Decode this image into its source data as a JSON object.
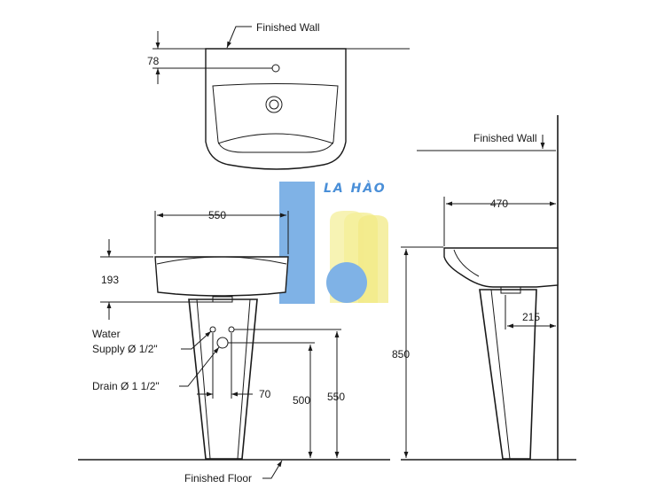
{
  "labels": {
    "finished_wall_top": "Finished Wall",
    "finished_wall_side": "Finished Wall",
    "finished_floor": "Finished Floor",
    "water_supply_line1": "Water",
    "water_supply_line2": "Supply Ø 1/2\"",
    "drain": "Drain Ø 1 1/2\""
  },
  "dimensions": {
    "top_offset": "78",
    "front_width": "550",
    "front_depth": "193",
    "pipe_spacing": "70",
    "drain_height": "500",
    "supply_height": "550",
    "side_projection": "470",
    "side_total_height": "850",
    "side_pedestal_offset": "215"
  },
  "watermark": {
    "text": "LA HÀO",
    "colors": {
      "blue": "#7fb2e6",
      "yellow": "#f5ef9a",
      "text": "#4a8fd8"
    }
  }
}
